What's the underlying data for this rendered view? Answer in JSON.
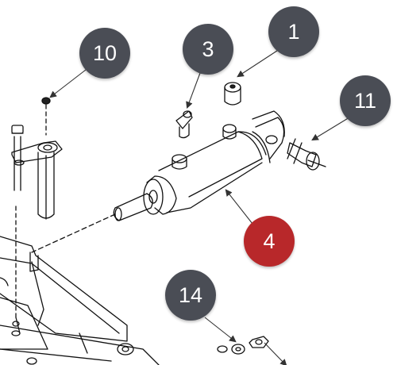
{
  "colors": {
    "line": "#111111",
    "leader": "#333333",
    "callout_dark": "#4a4d55",
    "callout_highlight": "#b8282a",
    "callout_text": "#ffffff",
    "background": "#ffffff"
  },
  "callouts": [
    {
      "id": "1",
      "label": "1",
      "highlighted": false
    },
    {
      "id": "3",
      "label": "3",
      "highlighted": false
    },
    {
      "id": "4",
      "label": "4",
      "highlighted": true
    },
    {
      "id": "10",
      "label": "10",
      "highlighted": false
    },
    {
      "id": "11",
      "label": "11",
      "highlighted": false
    },
    {
      "id": "14",
      "label": "14",
      "highlighted": false
    }
  ]
}
